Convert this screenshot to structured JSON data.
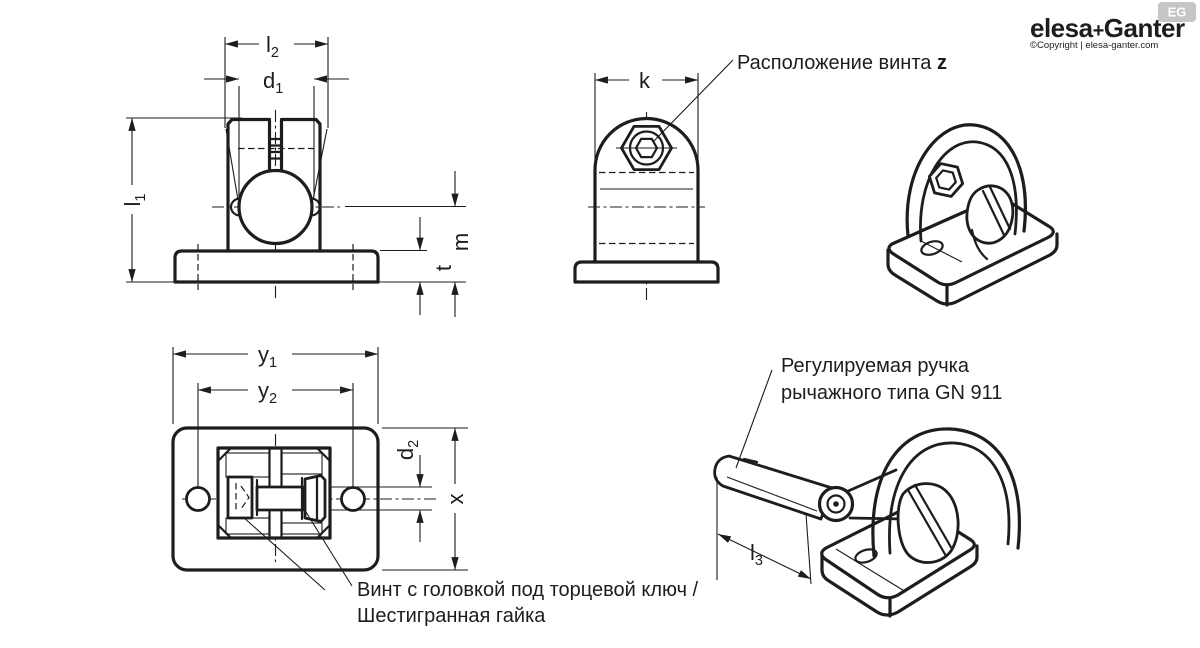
{
  "meta": {
    "background_color": "#ffffff",
    "line_color": "#1d1d1b",
    "drawing_type": "flanged clamp connector technical drawing"
  },
  "branding": {
    "logo_elesa": "elesa",
    "logo_plus": "+",
    "logo_ganter": "Ganter",
    "copyright": "©Copyright | elesa-ganter.com",
    "badge": "EG",
    "logo_color": "#c2c2c2",
    "copyright_color": "#cbcbcb",
    "badge_color": "#c6c6c6"
  },
  "dimensions": {
    "l1": {
      "main": "l",
      "sub": "1"
    },
    "l2": {
      "main": "l",
      "sub": "2"
    },
    "d1": {
      "main": "d",
      "sub": "1"
    },
    "m": {
      "main": "m",
      "sub": ""
    },
    "t": {
      "main": "t",
      "sub": ""
    },
    "k": {
      "main": "k",
      "sub": ""
    },
    "y1": {
      "main": "y",
      "sub": "1"
    },
    "y2": {
      "main": "y",
      "sub": "2"
    },
    "d2": {
      "main": "d",
      "sub": "2"
    },
    "x": {
      "main": "x",
      "sub": ""
    },
    "l3": {
      "main": "l",
      "sub": "3"
    }
  },
  "annotations": {
    "screw_position": {
      "text": "Расположение винта ",
      "bold": "z"
    },
    "screw_note_line1": "Винт с головкой под торцевой ключ /",
    "screw_note_line2": "Шестигранная гайка",
    "handle_note_line1": "Регулируемая ручка",
    "handle_note_line2": "рычажного типа GN 911"
  }
}
